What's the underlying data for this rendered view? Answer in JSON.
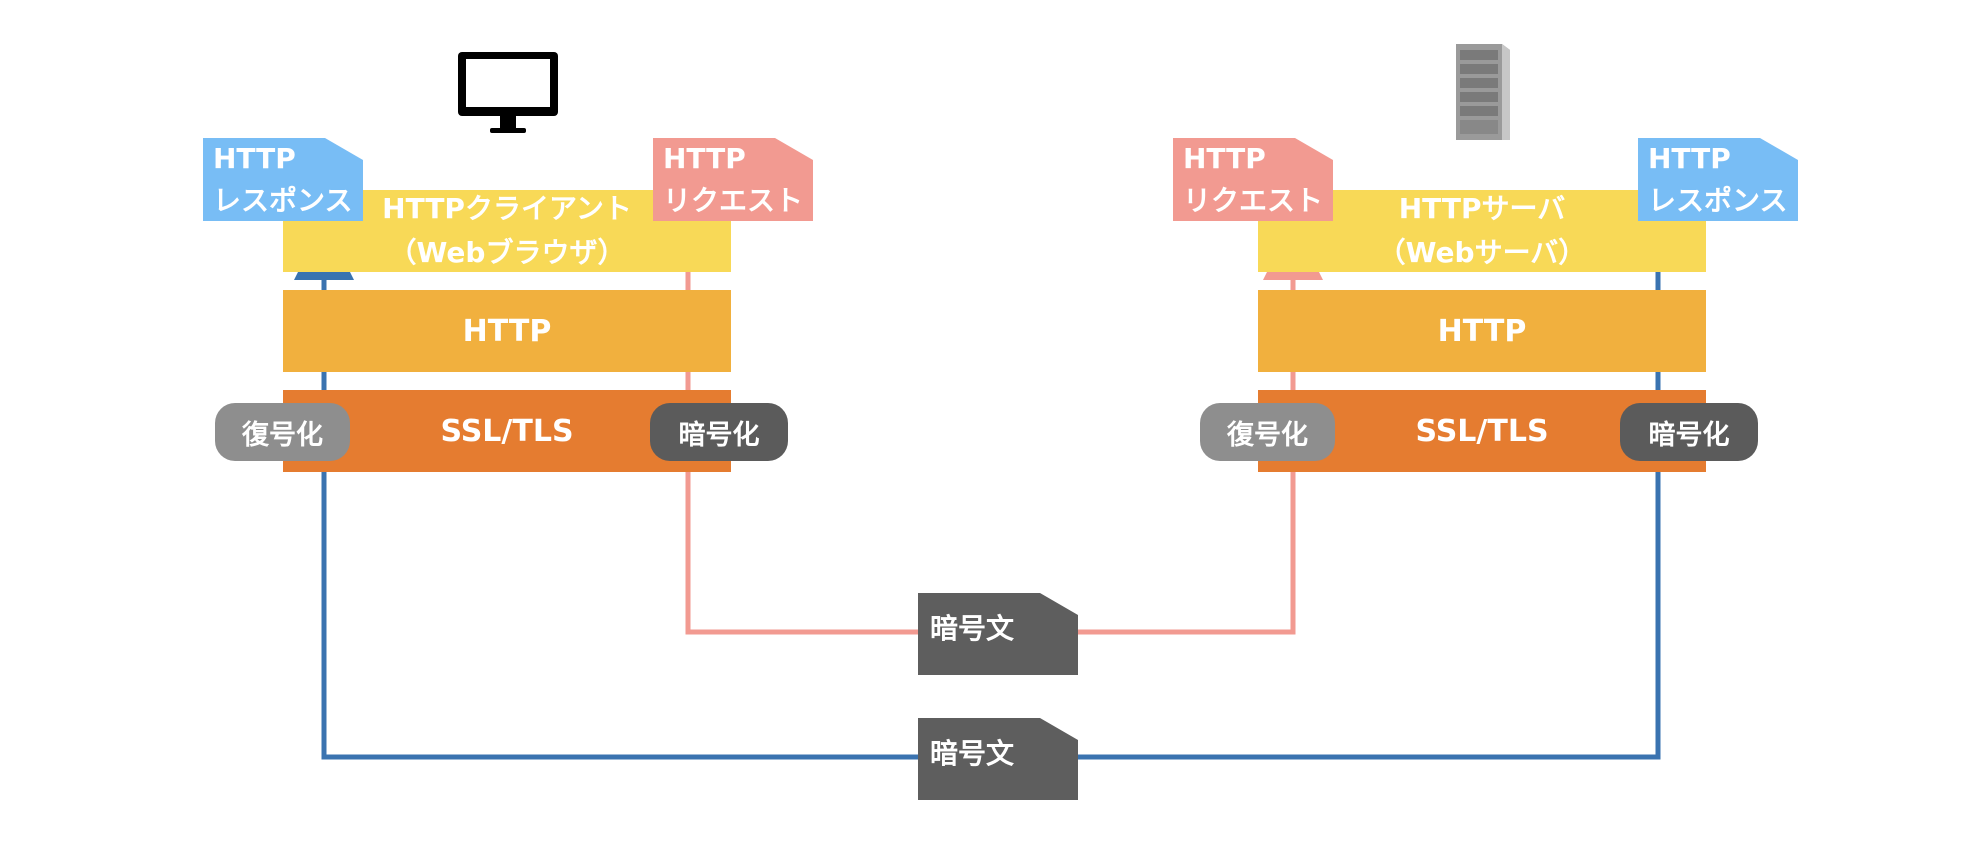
{
  "client": {
    "app_layer_line1": "HTTPクライアント",
    "app_layer_line2": "（Webブラウザ）",
    "http_layer": "HTTP",
    "ssl_layer": "SSL/TLS",
    "decrypt_label": "復号化",
    "encrypt_label": "暗号化",
    "response_doc_line1": "HTTP",
    "response_doc_line2": "レスポンス",
    "request_doc_line1": "HTTP",
    "request_doc_line2": "リクエスト",
    "icon": "monitor-icon"
  },
  "server": {
    "app_layer_line1": "HTTPサーバ",
    "app_layer_line2": "（Webサーバ）",
    "http_layer": "HTTP",
    "ssl_layer": "SSL/TLS",
    "decrypt_label": "復号化",
    "encrypt_label": "暗号化",
    "request_doc_line1": "HTTP",
    "request_doc_line2": "リクエスト",
    "response_doc_line1": "HTTP",
    "response_doc_line2": "レスポンス",
    "icon": "server-tower-icon"
  },
  "transit": {
    "request_cipher_label": "暗号文",
    "response_cipher_label": "暗号文"
  },
  "colors": {
    "app_layer": "#f8d957",
    "http_layer": "#f1b03e",
    "ssl_layer": "#e57c30",
    "decrypt_pill": "#8e8e8e",
    "encrypt_pill": "#5b5b5b",
    "response_doc": "#78bdf5",
    "request_doc": "#f29a91",
    "cipher_doc": "#5e5e5e",
    "request_flow": "#f29a91",
    "response_flow": "#3a73b0"
  }
}
